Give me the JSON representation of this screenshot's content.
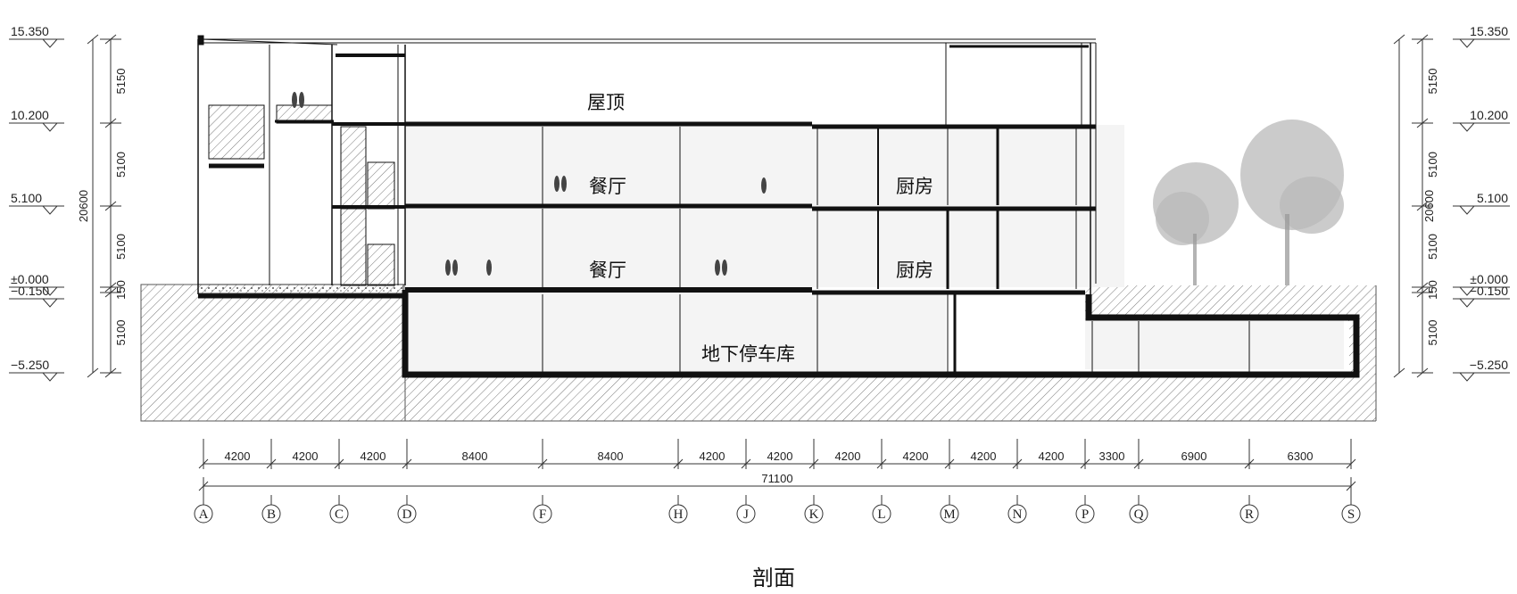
{
  "title": "剖面",
  "rooms": {
    "roof": "屋顶",
    "dining_upper": "餐厅",
    "kitchen_upper": "厨房",
    "dining_lower": "餐厅",
    "kitchen_lower": "厨房",
    "garage": "地下停车库"
  },
  "levels": [
    "15.350",
    "10.200",
    "5.100",
    "±0.000",
    "−0.150",
    "−5.250"
  ],
  "floor_heights": [
    "5150",
    "5100",
    "5100",
    "150",
    "5100"
  ],
  "total_height": "20600",
  "grid_labels": [
    "A",
    "B",
    "C",
    "D",
    "F",
    "H",
    "J",
    "K",
    "L",
    "M",
    "N",
    "P",
    "Q",
    "R",
    "S"
  ],
  "bay_dims": [
    "4200",
    "4200",
    "4200",
    "8400",
    "8400",
    "4200",
    "4200",
    "4200",
    "4200",
    "4200",
    "4200",
    "3300",
    "6900",
    "6300"
  ],
  "total_length": "71100",
  "colors": {
    "line": "#111111",
    "hatch": "#666666",
    "tree": "#b9b9b9",
    "interior": "#f4f4f4"
  }
}
